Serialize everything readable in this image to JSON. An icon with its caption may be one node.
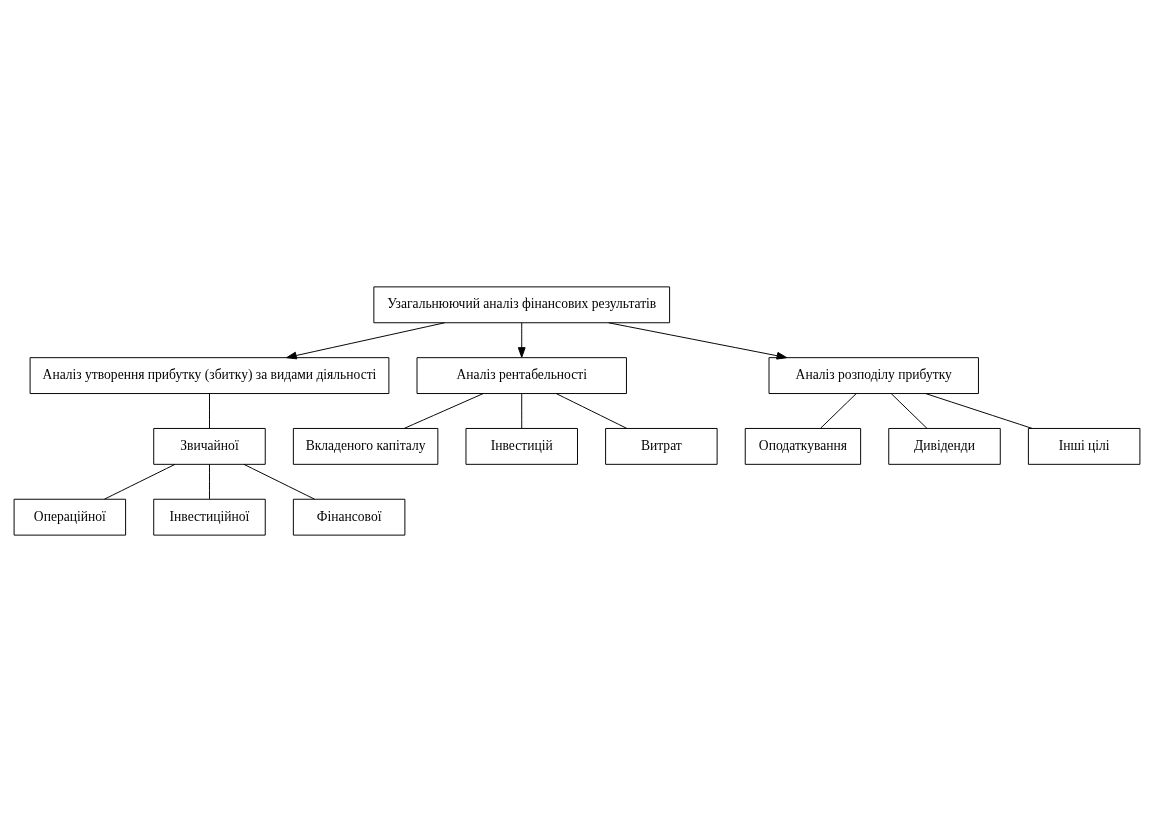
{
  "diagram": {
    "nodes": [
      {
        "text": [
          "Узагальнюючий аналіз фінансових результатів"
        ]
      },
      {
        "text": [
          "Аналіз утворення прибутку (збитку) за видами діяльності"
        ]
      },
      {
        "text": [
          "Аналіз рентабельності"
        ]
      },
      {
        "text": [
          "Вкладеного капіталу"
        ]
      },
      {
        "text": [
          "Інвестицій"
        ]
      },
      {
        "text": [
          "Витрат"
        ]
      },
      {
        "text": [
          "Звичайної"
        ]
      },
      {
        "text": [
          "Аналіз розподілу прибутку"
        ]
      },
      {
        "text": [
          "Операційної"
        ]
      },
      {
        "text": [
          "Інвестиційної"
        ]
      },
      {
        "text": [
          "Фінансової"
        ]
      },
      {
        "text": [
          "Оподаткування"
        ]
      },
      {
        "text": [
          "Дивіденди"
        ]
      },
      {
        "text": [
          "Інші цілі"
        ]
      }
    ],
    "edges": [
      {
        "from": 0,
        "to": 1,
        "arrow": "to"
      },
      {
        "from": 0,
        "to": 7,
        "arrow": "to"
      },
      {
        "from": 0,
        "to": 2,
        "arrow": "to"
      },
      {
        "from": 2,
        "to": 3,
        "arrow": "none"
      },
      {
        "from": 2,
        "to": 4,
        "arrow": "none"
      },
      {
        "from": 2,
        "to": 5,
        "arrow": "none"
      },
      {
        "from": 1,
        "to": 6,
        "arrow": "none"
      },
      {
        "from": 6,
        "to": 8,
        "arrow": "none"
      },
      {
        "from": 6,
        "to": 9,
        "arrow": "none"
      },
      {
        "from": 6,
        "to": 10,
        "arrow": "none"
      },
      {
        "from": 7,
        "to": 11,
        "arrow": "none"
      },
      {
        "from": 7,
        "to": 12,
        "arrow": "none"
      },
      {
        "from": 7,
        "to": 13,
        "arrow": "none"
      }
    ]
  }
}
